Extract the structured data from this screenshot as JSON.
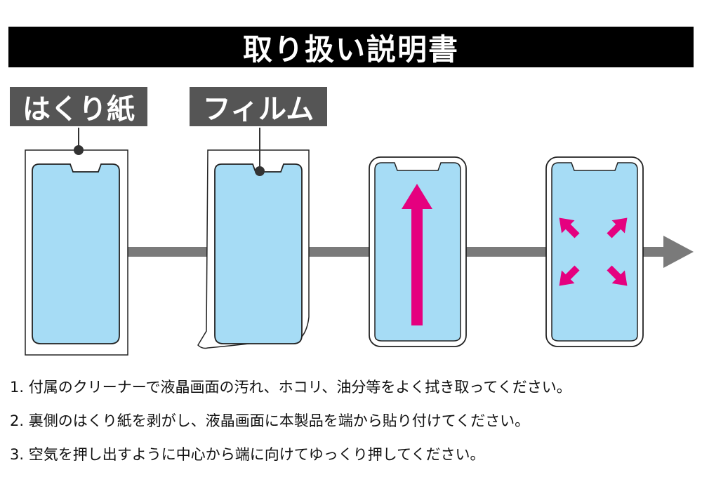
{
  "title": "取り扱い説明書",
  "labels": {
    "release_paper": "はくり紙",
    "film": "フィルム"
  },
  "colors": {
    "title_bg": "#000000",
    "label_bg": "#555555",
    "screen_fill": "#a6dcf5",
    "arrow_gray": "#7a7a7a",
    "arrow_magenta": "#e5007f"
  },
  "steps": [
    "1. 付属のクリーナーで液晶画面の汚れ、ホコリ、油分等をよく拭き取ってください。",
    "2. 裏側のはくり紙を剥がし、液晶画面に本製品を端から貼り付けてください。",
    "3. 空気を押し出すように中心から端に向けてゆっくり押してください。"
  ]
}
